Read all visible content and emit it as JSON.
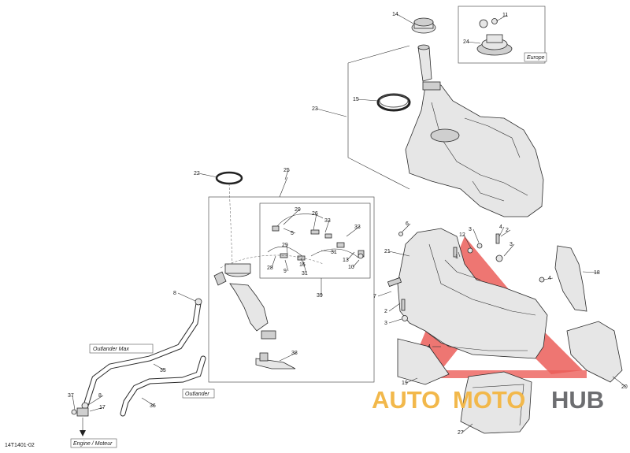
{
  "diagram": {
    "code": "14T1401-02",
    "boxes": {
      "europe": "Europe",
      "outlander_max": "Outlander Max",
      "outlander": "Outlander",
      "engine": "Engine / Moteur"
    },
    "watermark": {
      "part1": "AUTO",
      "part2": "MOTO",
      "part3": "HUB"
    },
    "callouts": [
      "14",
      "11",
      "24",
      "15",
      "23",
      "22",
      "25",
      "29",
      "26",
      "5",
      "33",
      "33",
      "29",
      "31",
      "28",
      "9",
      "16",
      "31",
      "13",
      "10",
      "39",
      "8",
      "38",
      "35",
      "36",
      "37",
      "8",
      "17",
      "6",
      "21",
      "12",
      "3",
      "4",
      "2",
      "3",
      "1",
      "7",
      "2",
      "3",
      "4",
      "18",
      "4",
      "19",
      "20",
      "27"
    ]
  }
}
